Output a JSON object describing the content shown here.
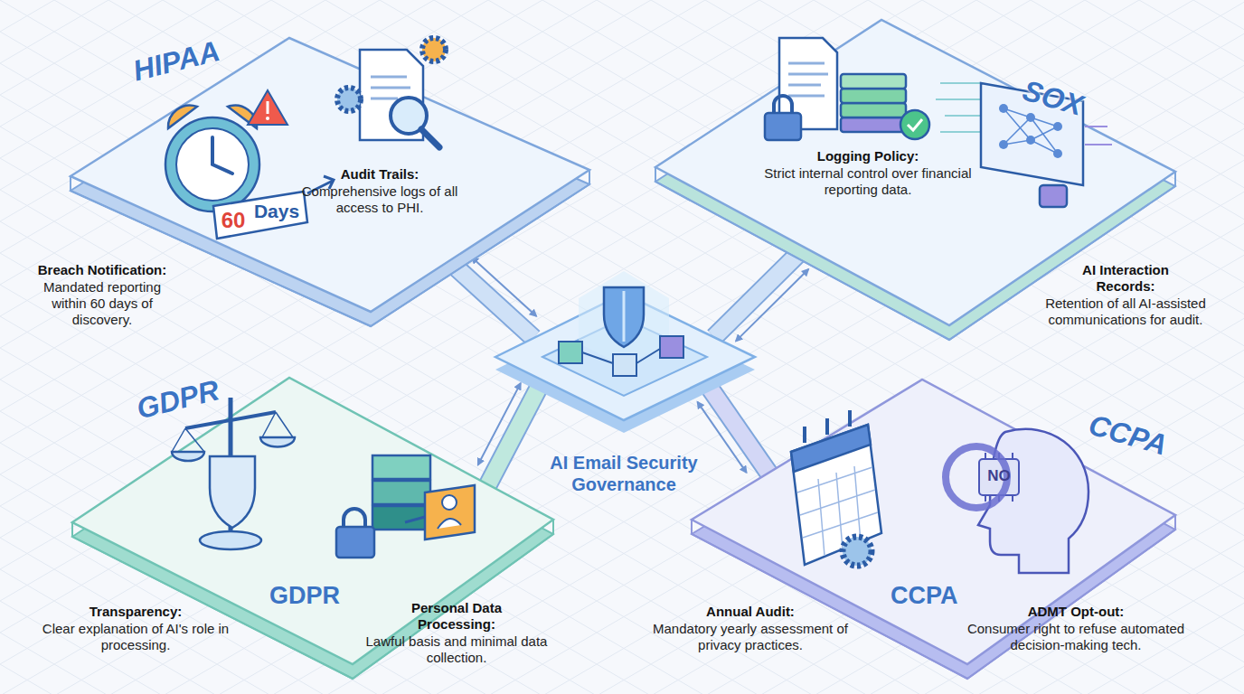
{
  "diagram": {
    "nodes": [
      {
        "text": [
          "HIPAA"
        ]
      },
      {
        "text": [
          "SOX"
        ]
      },
      {
        "text": [
          "AI Email Security Governance"
        ]
      },
      {
        "text": [
          "GDPR",
          "GDPR"
        ]
      },
      {
        "text": [
          "CCPA",
          "CCPA"
        ]
      }
    ],
    "edges": [
      {
        "from": 2,
        "to": 0,
        "arrow": "both"
      },
      {
        "from": 2,
        "to": 1,
        "arrow": "both"
      },
      {
        "from": 2,
        "to": 3,
        "arrow": "both"
      },
      {
        "from": 2,
        "to": 4,
        "arrow": "both"
      }
    ],
    "labels": [
      "60",
      "Days",
      "Audit Trails:",
      "Comprehensive logs of all access to PHI.",
      "Breach Notification:",
      "Mandated reporting within 60 days of discovery.",
      "Logging Policy:",
      "Strict internal control over financial reporting data.",
      "AI Interaction Records:",
      "Retention of all AI-assisted communications for audit.",
      "Transparency:",
      "Clear explanation of AI's role in processing.",
      "Personal Data Processing:",
      "Lawful basis and minimal data collection.",
      "Annual Audit:",
      "Mandatory yearly assessment of privacy practices.",
      "ADMT Opt-out:",
      "Consumer right to refuse automated decision-making tech.",
      "NO"
    ]
  }
}
